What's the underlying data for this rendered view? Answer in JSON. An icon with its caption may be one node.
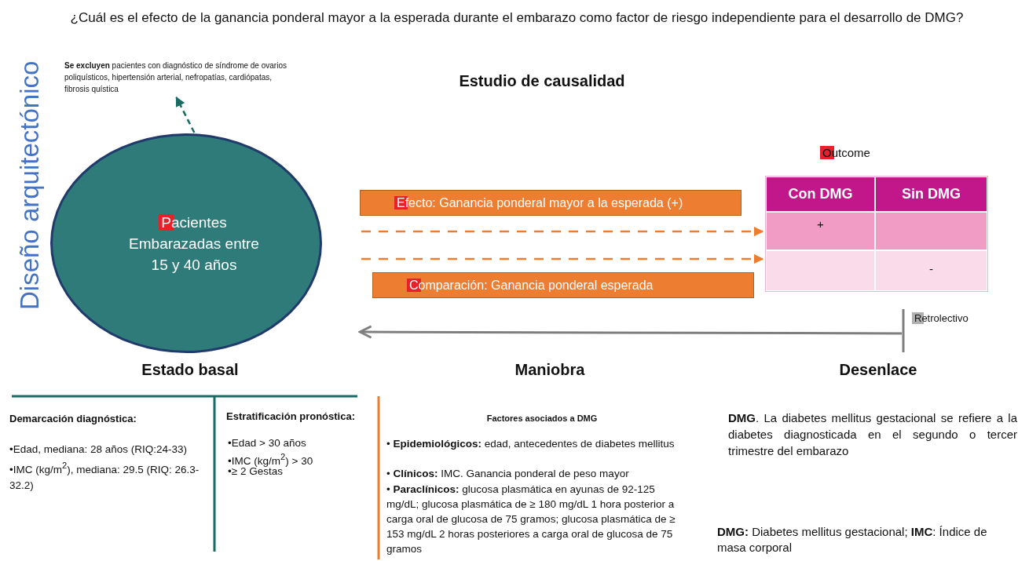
{
  "diagram": {
    "title": "¿Cuál es el efecto de la ganancia ponderal mayor a la esperada durante el embarazo como factor de riesgo independiente para el desarrollo de DMG?",
    "nodes": [
      {
        "text": [
          "Pacientes Embarazadas entre 15 y 40 años"
        ]
      },
      {
        "text": [
          "**Se excluyen** pacientes con diagnóstico de síndrome de ovarios poliquísticos, hipertensión arterial, nefropatías, cardiópatas, fibrosis quística"
        ]
      },
      {
        "text": [
          "Efecto: Ganancia ponderal mayor a la esperada (+)"
        ]
      },
      {
        "text": [
          "Comparación: Ganancia ponderal esperada"
        ]
      },
      {
        "text": [
          "Outcome"
        ]
      },
      {
        "text": [
          "Con DMG"
        ],
        "in": 4
      },
      {
        "text": [
          "Sin DMG"
        ],
        "in": 4
      },
      {
        "text": [
          "+"
        ],
        "in": 4
      },
      {
        "text": [],
        "shape": "box",
        "in": 4
      },
      {
        "text": [],
        "shape": "box",
        "in": 4
      },
      {
        "text": [
          "-"
        ],
        "in": 4
      }
    ],
    "edges": [
      {
        "from": 0,
        "to": 1,
        "arrow": "to",
        "style": "dashed",
        "color": "#1b6b63"
      },
      {
        "from": null,
        "to": 4,
        "arrow": "to",
        "style": "dashed",
        "color": "#ed7d31"
      },
      {
        "from": null,
        "to": 4,
        "arrow": "to",
        "style": "dashed",
        "color": "#ed7d31"
      }
    ],
    "labels": [
      "Diseño arquitectónico",
      "Estudio de causalidad",
      "Retrolectivo",
      "Estado basal",
      "Maniobra",
      "Desenlace",
      "Demarcación diagnóstica:",
      "•Edad, mediana: 28 años (RIQ:24-33)",
      "•IMC (kg/m$^{2}$), mediana: 29.5 (RIQ: 26.3-32.2)",
      "Estratificación pronóstica:",
      "•Edad > 30 años",
      "•IMC (kg/m$^{2}$) > 30",
      "•≥ 2 Gestas",
      "Factores asociados a DMG",
      "• **Epidemiológicos:** edad, antecedentes de diabetes mellitus",
      "• **Clínicos:** IMC. Ganancia ponderal de peso mayor",
      "• **Paraclínicos:** glucosa plasmática en ayunas de 92-125 mg/dL; glucosa plasmática de ≥ 180 mg/dL 1 hora posterior a carga oral de glucosa de 75 gramos; glucosa plasmática de ≥ 153 mg/dL 2 horas posteriores a carga oral de glucosa de 75 gramos",
      "**DMG**. La diabetes mellitus gestacional se refiere a la diabetes diagnosticada en el segundo o tercer trimestre del embarazo",
      "**DMG:** Diabetes mellitus gestacional; **IMC**: Índice de masa corporal"
    ]
  }
}
